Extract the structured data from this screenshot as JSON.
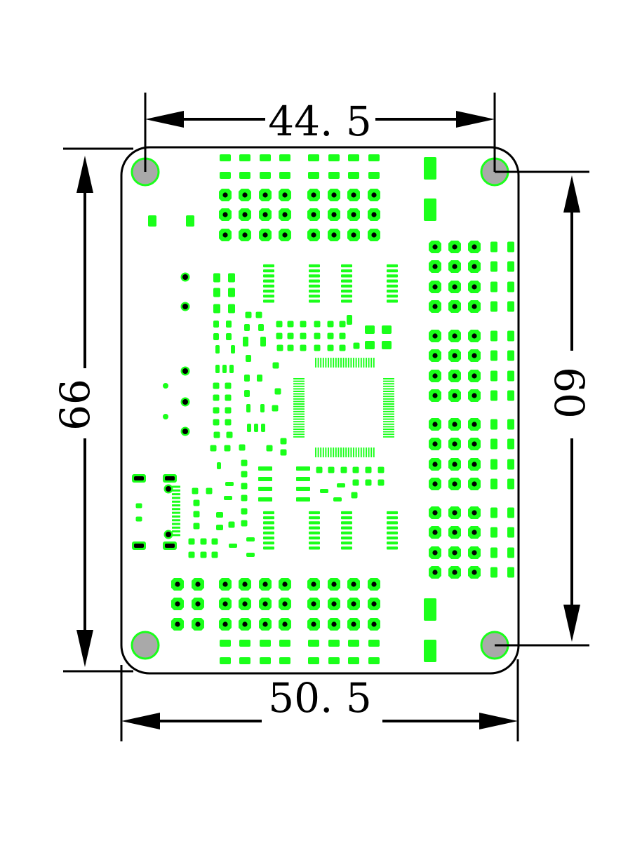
{
  "drawing": {
    "dimensions": {
      "top_width": "44. 5",
      "bottom_width": "50. 5",
      "left_height": "66",
      "right_height": "60"
    },
    "colors": {
      "board_outline": "#000000",
      "copper": "#1aff1a",
      "drill": "#000000",
      "mount_hole_fill": "#a9a9a9",
      "mount_hole_ring": "#1aff1a",
      "dimension_line": "#000000",
      "background": "#ffffff"
    }
  }
}
